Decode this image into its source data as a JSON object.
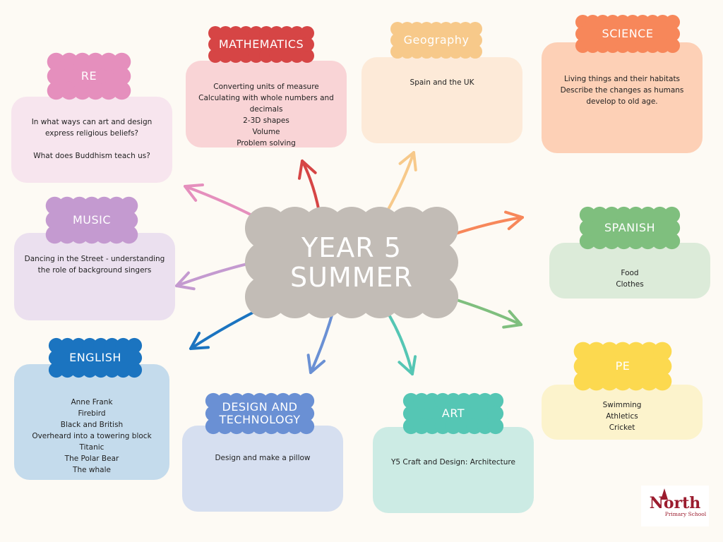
{
  "center": {
    "line1": "YEAR 5",
    "line2": "SUMMER",
    "color": "#c2bcb6"
  },
  "subjects": {
    "re": {
      "title": "RE",
      "color": "#e58fbd",
      "box": "#f7e5ee",
      "lines": [
        "In what ways can art and design",
        "express religious beliefs?",
        "",
        "What does Buddhism teach us?"
      ]
    },
    "maths": {
      "title": "MATHEMATICS",
      "color": "#d64545",
      "box": "#f9d4d6",
      "lines": [
        "Converting units of measure",
        "Calculating with whole numbers and",
        "decimals",
        "2-3D shapes",
        "Volume",
        "Problem solving"
      ]
    },
    "geography": {
      "title": "Geography",
      "color": "#f7c98a",
      "box": "#fdead8",
      "lines": [
        "Spain and the UK"
      ]
    },
    "science": {
      "title": "SCIENCE",
      "color": "#f7875a",
      "box": "#fdd0b6",
      "lines": [
        "Living things and their habitats",
        "Describe the changes as humans",
        "develop to old age."
      ]
    },
    "music": {
      "title": "MUSIC",
      "color": "#c49ad0",
      "box": "#ebe0ef",
      "lines": [
        "Dancing in the Street - understanding",
        "the role of background singers"
      ]
    },
    "spanish": {
      "title": "SPANISH",
      "color": "#7fbf7e",
      "box": "#dcebd9",
      "lines": [
        "Food",
        "Clothes"
      ]
    },
    "english": {
      "title": "ENGLISH",
      "color": "#1b74c0",
      "box": "#c4dbec",
      "lines": [
        "Anne Frank",
        "Firebird",
        "Black and British",
        "Overheard into a towering block",
        "Titanic",
        "The Polar Bear",
        "The whale"
      ]
    },
    "dt": {
      "title1": "DESIGN AND",
      "title2": "TECHNOLOGY",
      "color": "#6a90d4",
      "box": "#d6dff0",
      "lines": [
        "Design and make a pillow"
      ]
    },
    "art": {
      "title": "ART",
      "color": "#55c6b4",
      "box": "#ccebe4",
      "lines": [
        "Y5 Craft and Design: Architecture"
      ]
    },
    "pe": {
      "title": "PE",
      "color": "#fcd94f",
      "box": "#fcf3cc",
      "lines": [
        "Swimming",
        "Athletics",
        "Cricket"
      ]
    }
  },
  "logo": {
    "name": "North",
    "sub": "Primary School",
    "color": "#9b1c2e"
  }
}
